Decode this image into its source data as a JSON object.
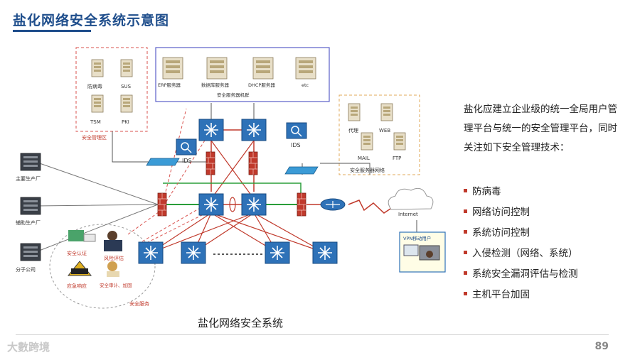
{
  "title": "盐化网络安全系统示意图",
  "caption": "盐化网络安全系统",
  "page_number": "89",
  "watermark": "大數跨境",
  "description": "盐化应建立企业级的统一全局用户管理平台与统一的安全管理平台，同时关注如下安全管理技术：",
  "bullets": [
    "防病毒",
    "网络访问控制",
    "系统访问控制",
    "入侵检测（网络、系统）",
    "系统安全漏洞评估与检测",
    "主机平台加固"
  ],
  "zones": {
    "mgmt": "安全管理区",
    "server_cluster": "安全服务器机群",
    "server_net": "安全服务器网络",
    "services": "安全服务"
  },
  "mgmt_nodes": [
    "防病毒",
    "SUS",
    "TSM",
    "PKI"
  ],
  "cluster_nodes": [
    "ERP服务器",
    "数据库服务器",
    "DHCP服务器",
    "etc"
  ],
  "net_nodes": [
    "代理",
    "WEB",
    "MAIL",
    "FTP"
  ],
  "sites": [
    "主要生产厂",
    "辅助生产厂",
    "分子公司"
  ],
  "ids_labels": [
    "IDS",
    "IDS"
  ],
  "internet": "Internet",
  "vpn": "VPN移动用户",
  "services": [
    "安全认证",
    "风险评估",
    "应急响应",
    "安全审计、加固"
  ]
}
